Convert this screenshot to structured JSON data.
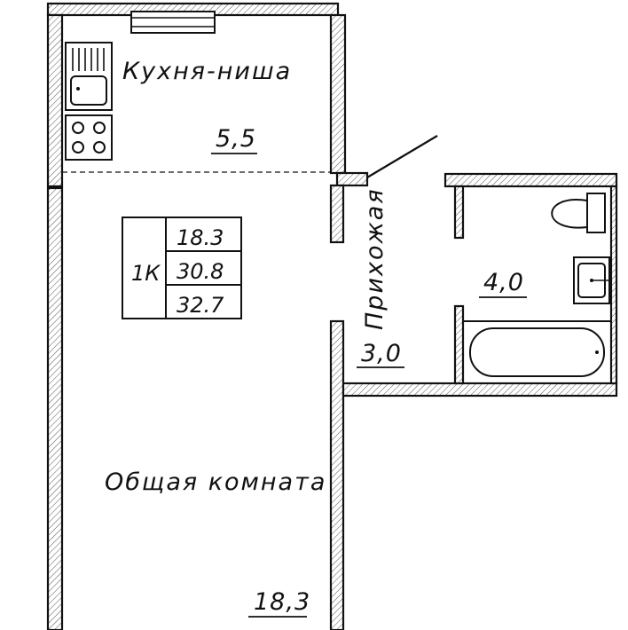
{
  "rooms": {
    "kitchen": {
      "name": "Кухня-ниша",
      "area": "5,5"
    },
    "living": {
      "name": "Общая комната",
      "area": "18,3"
    },
    "hallway": {
      "name": "Прихожая",
      "area": "3,0"
    },
    "bathroom": {
      "area": "4,0"
    }
  },
  "summary": {
    "type": "1К",
    "living_area": "18.3",
    "total_area": "30.8",
    "total_with_balcony": "32.7"
  },
  "colors": {
    "line": "#111111",
    "background": "#ffffff"
  },
  "icons": [
    "sink-icon",
    "stove-icon",
    "toilet-icon",
    "washbasin-icon",
    "bathtub-icon",
    "window-icon",
    "door-icon"
  ]
}
